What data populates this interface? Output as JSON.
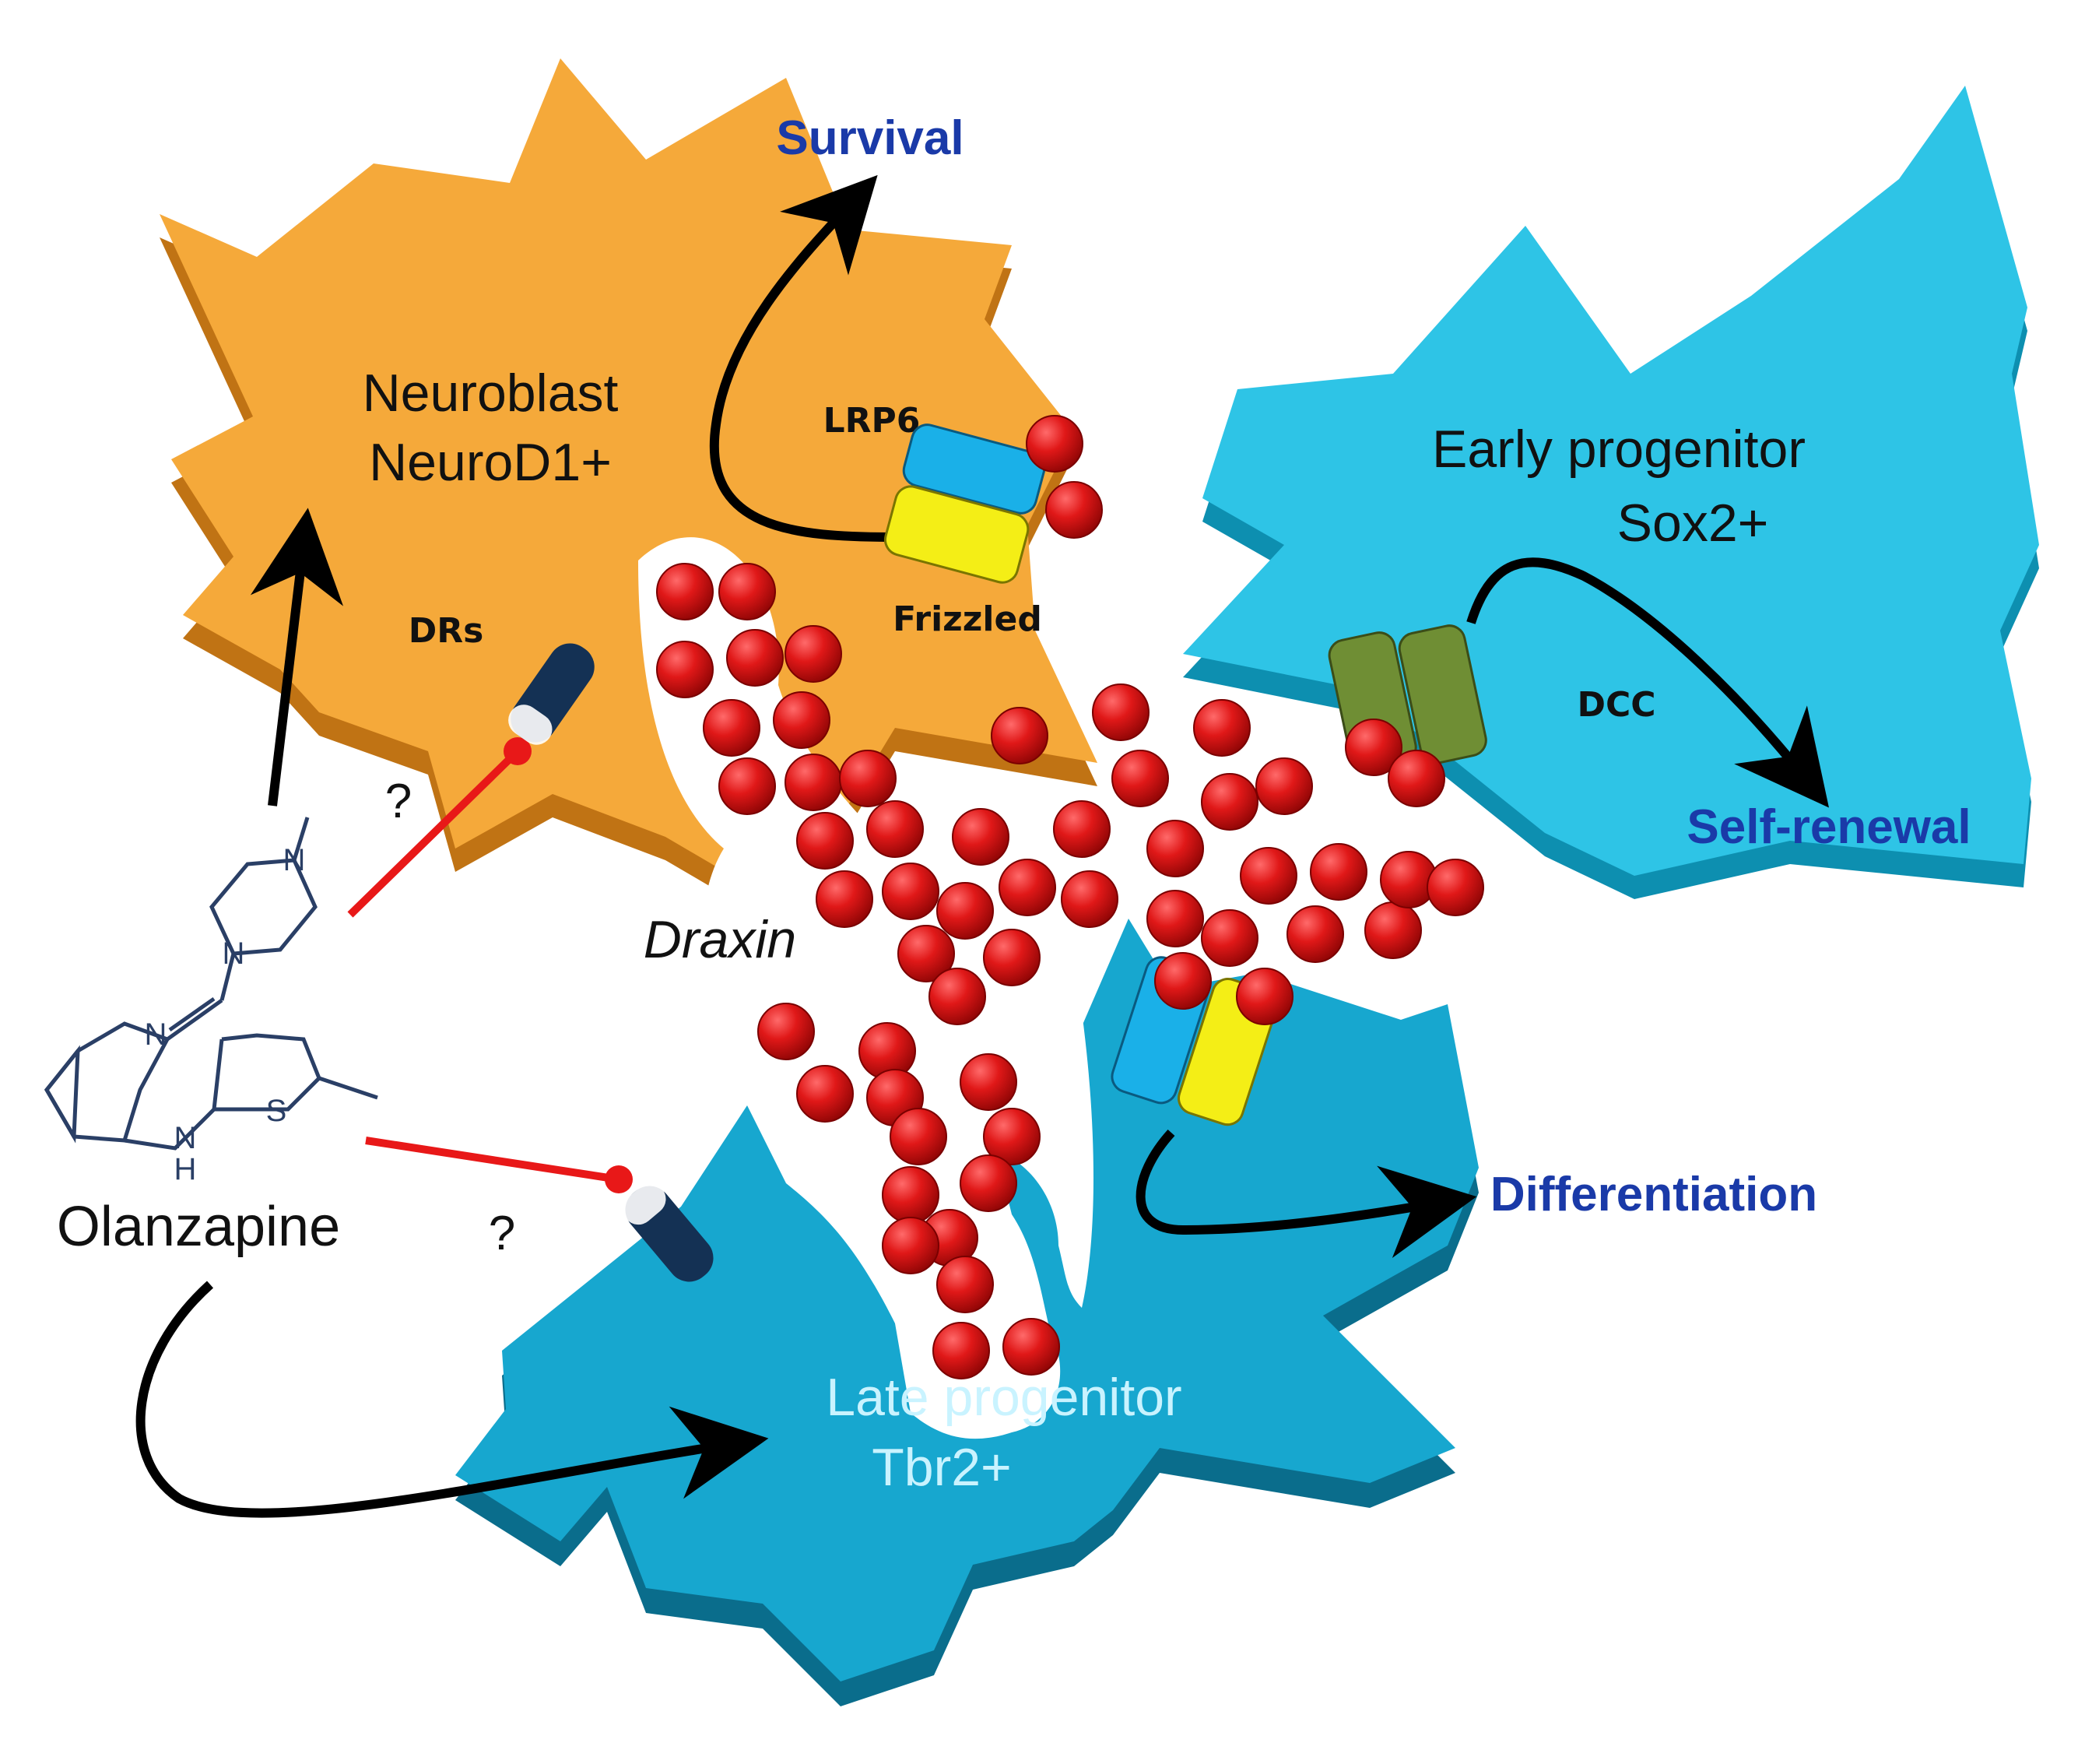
{
  "diagram": {
    "labels": {
      "neuroblast_line1": "Neuroblast",
      "neuroblast_line2": "NeuroD1+",
      "early_line1": "Early progenitor",
      "early_line2": "Sox2+",
      "late_line1": "Late progenitor",
      "late_line2": "Tbr2+",
      "survival": "Survival",
      "self_renewal": "Self-renewal",
      "differentiation": "Differentiation",
      "draxin": "Draxin",
      "olanzapine": "Olanzapine",
      "lrp6": "LRP6",
      "frizzled": "Frizzled",
      "drs": "DRs",
      "dcc": "DCC",
      "question_upper": "?",
      "question_lower": "?"
    },
    "molecule_atoms": {
      "n_top": "N",
      "n_mid": "N",
      "n_imine": "N",
      "nh": "N",
      "h": "H",
      "s": "S"
    },
    "colors": {
      "neuroblast": "#f5a93a",
      "early_progenitor": "#2ec4e6",
      "late_progenitor": "#17a7cf",
      "draxin_sphere": "#dd1515",
      "outcome_text": "#1a3aa8",
      "late_label": "#c9f3ff",
      "inhibition": "#e81818",
      "receptor_dark": "#143154",
      "lrp6": "#1ab0e8",
      "frizzled": "#f4ee16",
      "dcc": "#6f8e34"
    },
    "icons": [
      "draxin-sphere",
      "receptor-cylinder",
      "arrow",
      "inhibition-line"
    ]
  }
}
